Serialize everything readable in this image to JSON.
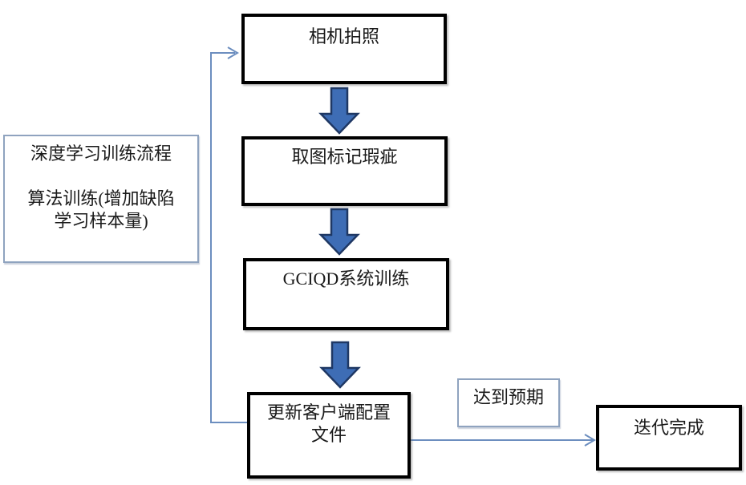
{
  "flowchart": {
    "side_note": {
      "line1": "深度学习训练流程",
      "line2": "算法训练(增加缺陷",
      "line3": "学习样本量)"
    },
    "nodes": {
      "camera": {
        "label": "相机拍照"
      },
      "labeling": {
        "label": "取图标记瑕疵"
      },
      "training": {
        "label": "GCIQD系统训练"
      },
      "update_config": {
        "line1": "更新客户端配置",
        "line2": "文件"
      },
      "condition": {
        "label": "达到预期"
      },
      "done": {
        "label": "迭代完成"
      }
    },
    "colors": {
      "block_arrow_fill": "#3E6DB5",
      "block_arrow_stroke": "#1F3864",
      "connector_stroke": "#6C8EBF",
      "thin_box_border": "#8FA3BF",
      "node_border": "#000000"
    }
  }
}
